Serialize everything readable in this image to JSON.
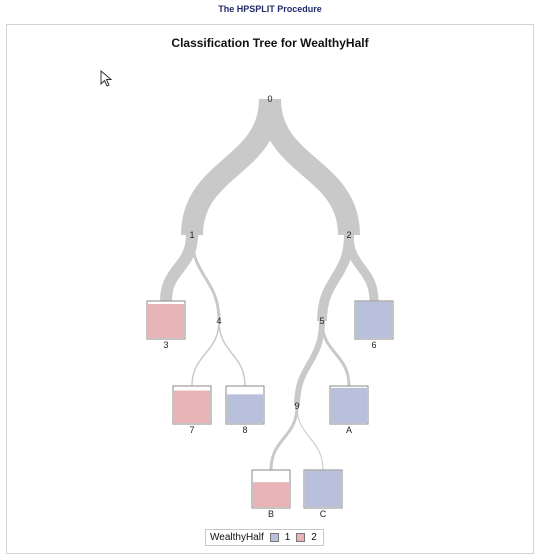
{
  "procedure_title": "The HPSPLIT Procedure",
  "plot_title": "Classification Tree for WealthyHalf",
  "legend": {
    "title": "WealthyHalf",
    "entries": [
      {
        "label": "1",
        "color": "#b8c0dc"
      },
      {
        "label": "2",
        "color": "#e8b4b8"
      }
    ]
  },
  "colors": {
    "branch": "#c9c9c9",
    "class1": "#b8c0dc",
    "class2": "#e8b4b8"
  },
  "nodes": [
    {
      "id": "0"
    },
    {
      "id": "1"
    },
    {
      "id": "2"
    },
    {
      "id": "3"
    },
    {
      "id": "4"
    },
    {
      "id": "5"
    },
    {
      "id": "6"
    },
    {
      "id": "7"
    },
    {
      "id": "8"
    },
    {
      "id": "9"
    },
    {
      "id": "A"
    },
    {
      "id": "B"
    },
    {
      "id": "C"
    }
  ],
  "leaves": [
    {
      "id": "3",
      "class": "2",
      "fill": 0.92
    },
    {
      "id": "6",
      "class": "1",
      "fill": 0.98
    },
    {
      "id": "7",
      "class": "2",
      "fill": 0.88
    },
    {
      "id": "8",
      "class": "1",
      "fill": 0.78
    },
    {
      "id": "A",
      "class": "1",
      "fill": 0.95
    },
    {
      "id": "B",
      "class": "2",
      "fill": 0.68
    },
    {
      "id": "C",
      "class": "1",
      "fill": 0.98
    }
  ]
}
